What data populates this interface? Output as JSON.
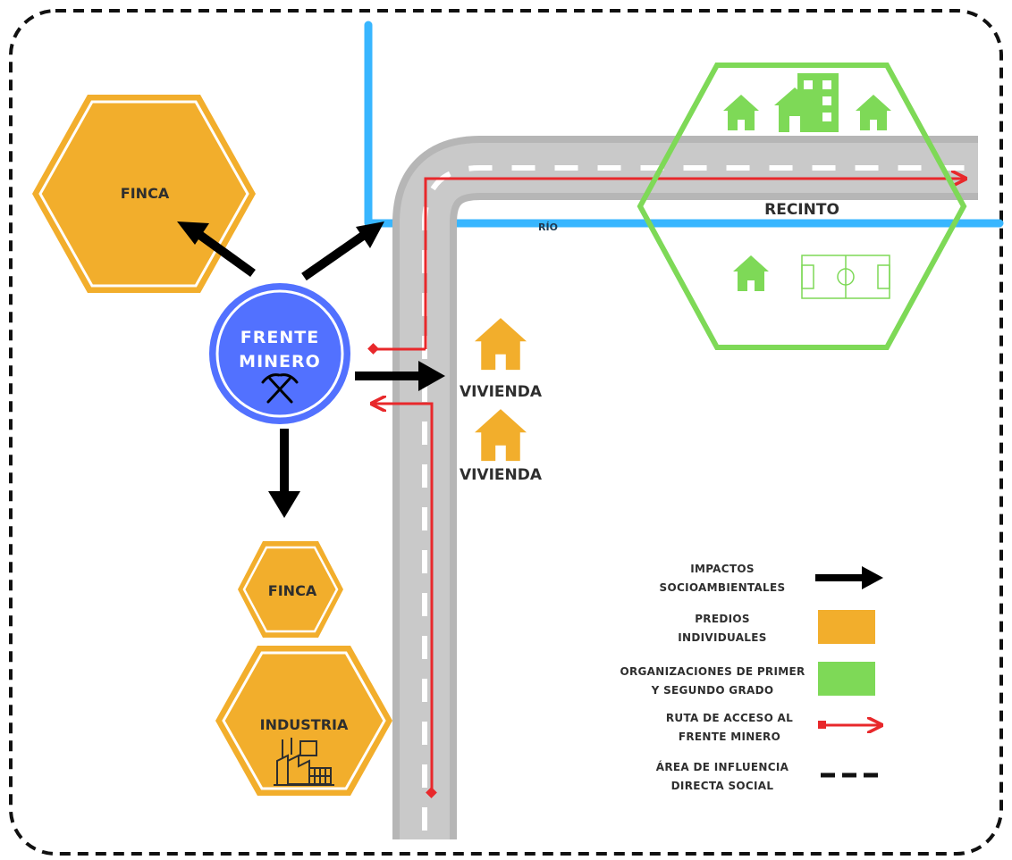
{
  "diagram": {
    "mine": {
      "line1": "FRENTE",
      "line2": "MINERO"
    },
    "nodes": {
      "finca_top": "FINCA",
      "finca_bottom": "FINCA",
      "industria": "INDUSTRIA",
      "vivienda_1": "VIVIENDA",
      "vivienda_2": "VIVIENDA",
      "recinto": "RECINTO",
      "rio": "RÍO"
    },
    "legend": [
      {
        "key": "impactos",
        "line1": "IMPACTOS",
        "line2": "SOCIOAMBIENTALES",
        "symbol": "black-arrow"
      },
      {
        "key": "predios",
        "line1": "PREDIOS",
        "line2": "INDIVIDUALES",
        "symbol": "swatch",
        "color": "#F2AE2C"
      },
      {
        "key": "organizaciones",
        "line1": "ORGANIZACIONES DE PRIMER",
        "line2": "Y SEGUNDO GRADO",
        "symbol": "swatch",
        "color": "#7ED957"
      },
      {
        "key": "ruta",
        "line1": "RUTA DE ACCESO AL",
        "line2": "FRENTE MINERO",
        "symbol": "red-arrow"
      },
      {
        "key": "area",
        "line1": "ÁREA DE INFLUENCIA",
        "line2": "DIRECTA SOCIAL",
        "symbol": "dashed-line"
      }
    ],
    "colors": {
      "predios": "#F2AE2C",
      "organizaciones": "#7ED957",
      "mine": "#5271FF",
      "road": "#BDBDBD",
      "river": "#38B6FF",
      "route": "#E8282B",
      "impact": "#000000"
    }
  }
}
